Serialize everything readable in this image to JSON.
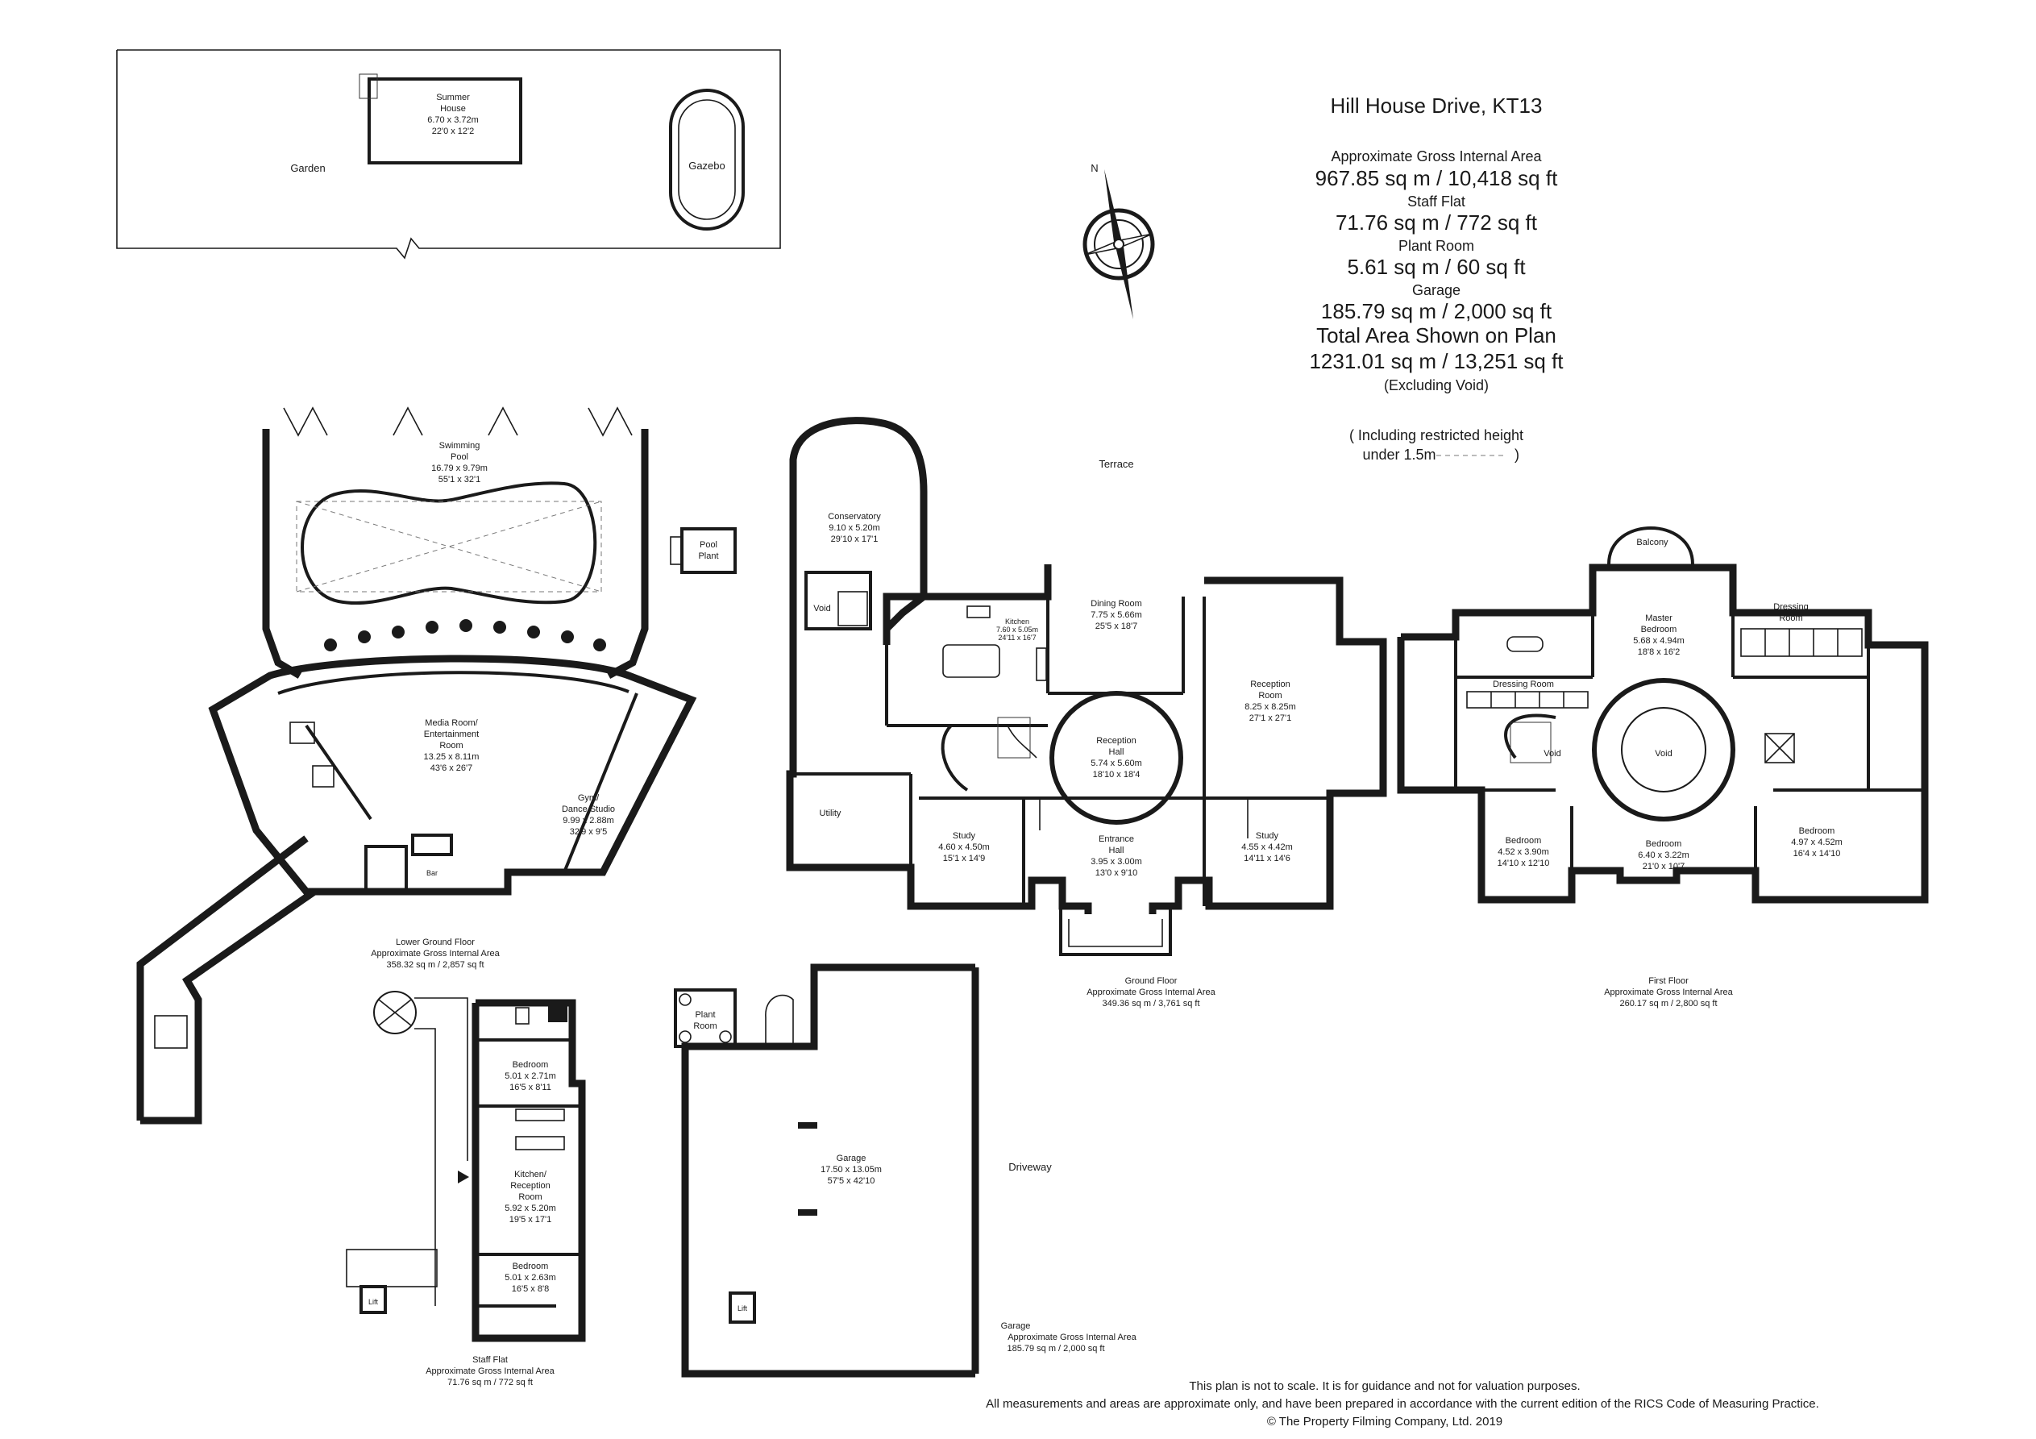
{
  "title": "Hill House Drive, KT13",
  "areas": {
    "gia_label": "Approximate Gross Internal Area",
    "gia_value": "967.85 sq m  /  10,418 sq ft",
    "staff_flat_label": "Staff Flat",
    "staff_flat_value": "71.76 sq m  /  772 sq ft",
    "plant_room_label": "Plant Room",
    "plant_room_value": "5.61 sq m  /  60 sq ft",
    "garage_label": "Garage",
    "garage_value": "185.79 sq m  /  2,000 sq ft",
    "total_label": "Total Area Shown on Plan",
    "total_value": "1231.01 sq m  /  13,251 sq ft",
    "excluding": "(Excluding Void)",
    "restricted_1": "( Including restricted height",
    "restricted_2": "under 1.5m",
    "restricted_3": ")"
  },
  "compass": {
    "north": "N"
  },
  "garden": {
    "garden": "Garden",
    "summer_house": [
      "Summer",
      "House",
      "6.70 x 3.72m",
      "22'0 x 12'2"
    ],
    "gazebo": "Gazebo"
  },
  "lower_ground": {
    "pool": [
      "Swimming",
      "Pool",
      "16.79 x 9.79m",
      "55'1 x 32'1"
    ],
    "pool_plant": [
      "Pool",
      "Plant"
    ],
    "media": [
      "Media Room/",
      "Entertainment",
      "Room",
      "13.25 x 8.11m",
      "43'6 x 26'7"
    ],
    "gym": [
      "Gym/",
      "Dance Studio",
      "9.99 x 2.88m",
      "32'9 x 9'5"
    ],
    "bar": "Bar",
    "caption": [
      "Lower Ground Floor",
      "Approximate Gross Internal Area",
      "358.32 sq m  /  2,857 sq ft"
    ]
  },
  "ground": {
    "terrace": "Terrace",
    "conservatory": [
      "Conservatory",
      "9.10 x 5.20m",
      "29'10 x 17'1"
    ],
    "void": "Void",
    "kitchen": [
      "Kitchen",
      "7.60 x 5.05m",
      "24'11 x 16'7"
    ],
    "dining": [
      "Dining Room",
      "7.75 x 5.66m",
      "25'5 x 18'7"
    ],
    "reception_room": [
      "Reception",
      "Room",
      "8.25 x 8.25m",
      "27'1 x 27'1"
    ],
    "reception_hall": [
      "Reception",
      "Hall",
      "5.74 x 5.60m",
      "18'10 x 18'4"
    ],
    "utility": "Utility",
    "study_left": [
      "Study",
      "4.60 x 4.50m",
      "15'1 x 14'9"
    ],
    "entrance_hall": [
      "Entrance",
      "Hall",
      "3.95 x 3.00m",
      "13'0 x 9'10"
    ],
    "study_right": [
      "Study",
      "4.55 x 4.42m",
      "14'11 x 14'6"
    ],
    "caption": [
      "Ground Floor",
      "Approximate Gross Internal Area",
      "349.36 sq m  /  3,761 sq ft"
    ]
  },
  "first": {
    "balcony": "Balcony",
    "master": [
      "Master",
      "Bedroom",
      "5.68 x 4.94m",
      "18'8 x 16'2"
    ],
    "dressing_right": [
      "Dressing",
      "Room"
    ],
    "dressing_left": "Dressing Room",
    "void_a": "Void",
    "void_b": "Void",
    "bedroom_1": [
      "Bedroom",
      "4.52 x 3.90m",
      "14'10 x 12'10"
    ],
    "bedroom_2": [
      "Bedroom",
      "6.40 x 3.22m",
      "21'0 x 10'7"
    ],
    "bedroom_3": [
      "Bedroom",
      "4.97 x 4.52m",
      "16'4 x 14'10"
    ],
    "caption": [
      "First Floor",
      "Approximate Gross Internal Area",
      "260.17 sq m  /  2,800 sq ft"
    ]
  },
  "staff_flat": {
    "bedroom_top": [
      "Bedroom",
      "5.01 x 2.71m",
      "16'5 x 8'11"
    ],
    "kitchen": [
      "Kitchen/",
      "Reception",
      "Room",
      "5.92 x 5.20m",
      "19'5 x 17'1"
    ],
    "bedroom_bottom": [
      "Bedroom",
      "5.01 x 2.63m",
      "16'5 x 8'8"
    ],
    "lift": "Lift",
    "caption": [
      "Staff Flat",
      "Approximate Gross Internal Area",
      "71.76 sq m  /  772 sq ft"
    ]
  },
  "garage": {
    "plant_room": [
      "Plant",
      "Room"
    ],
    "garage": [
      "Garage",
      "17.50 x 13.05m",
      "57'5 x 42'10"
    ],
    "driveway": "Driveway",
    "lift": "Lift",
    "caption": [
      "Garage",
      "Approximate Gross Internal Area",
      "185.79 sq m  /  2,000 sq ft"
    ]
  },
  "footer": {
    "line1": "This plan is not to scale. It is for guidance and not for valuation purposes.",
    "line2": "All measurements and areas are approximate only, and have been prepared in accordance with the current edition of the RICS Code of Measuring Practice.",
    "line3": "© The Property Filming Company, Ltd. 2019"
  }
}
